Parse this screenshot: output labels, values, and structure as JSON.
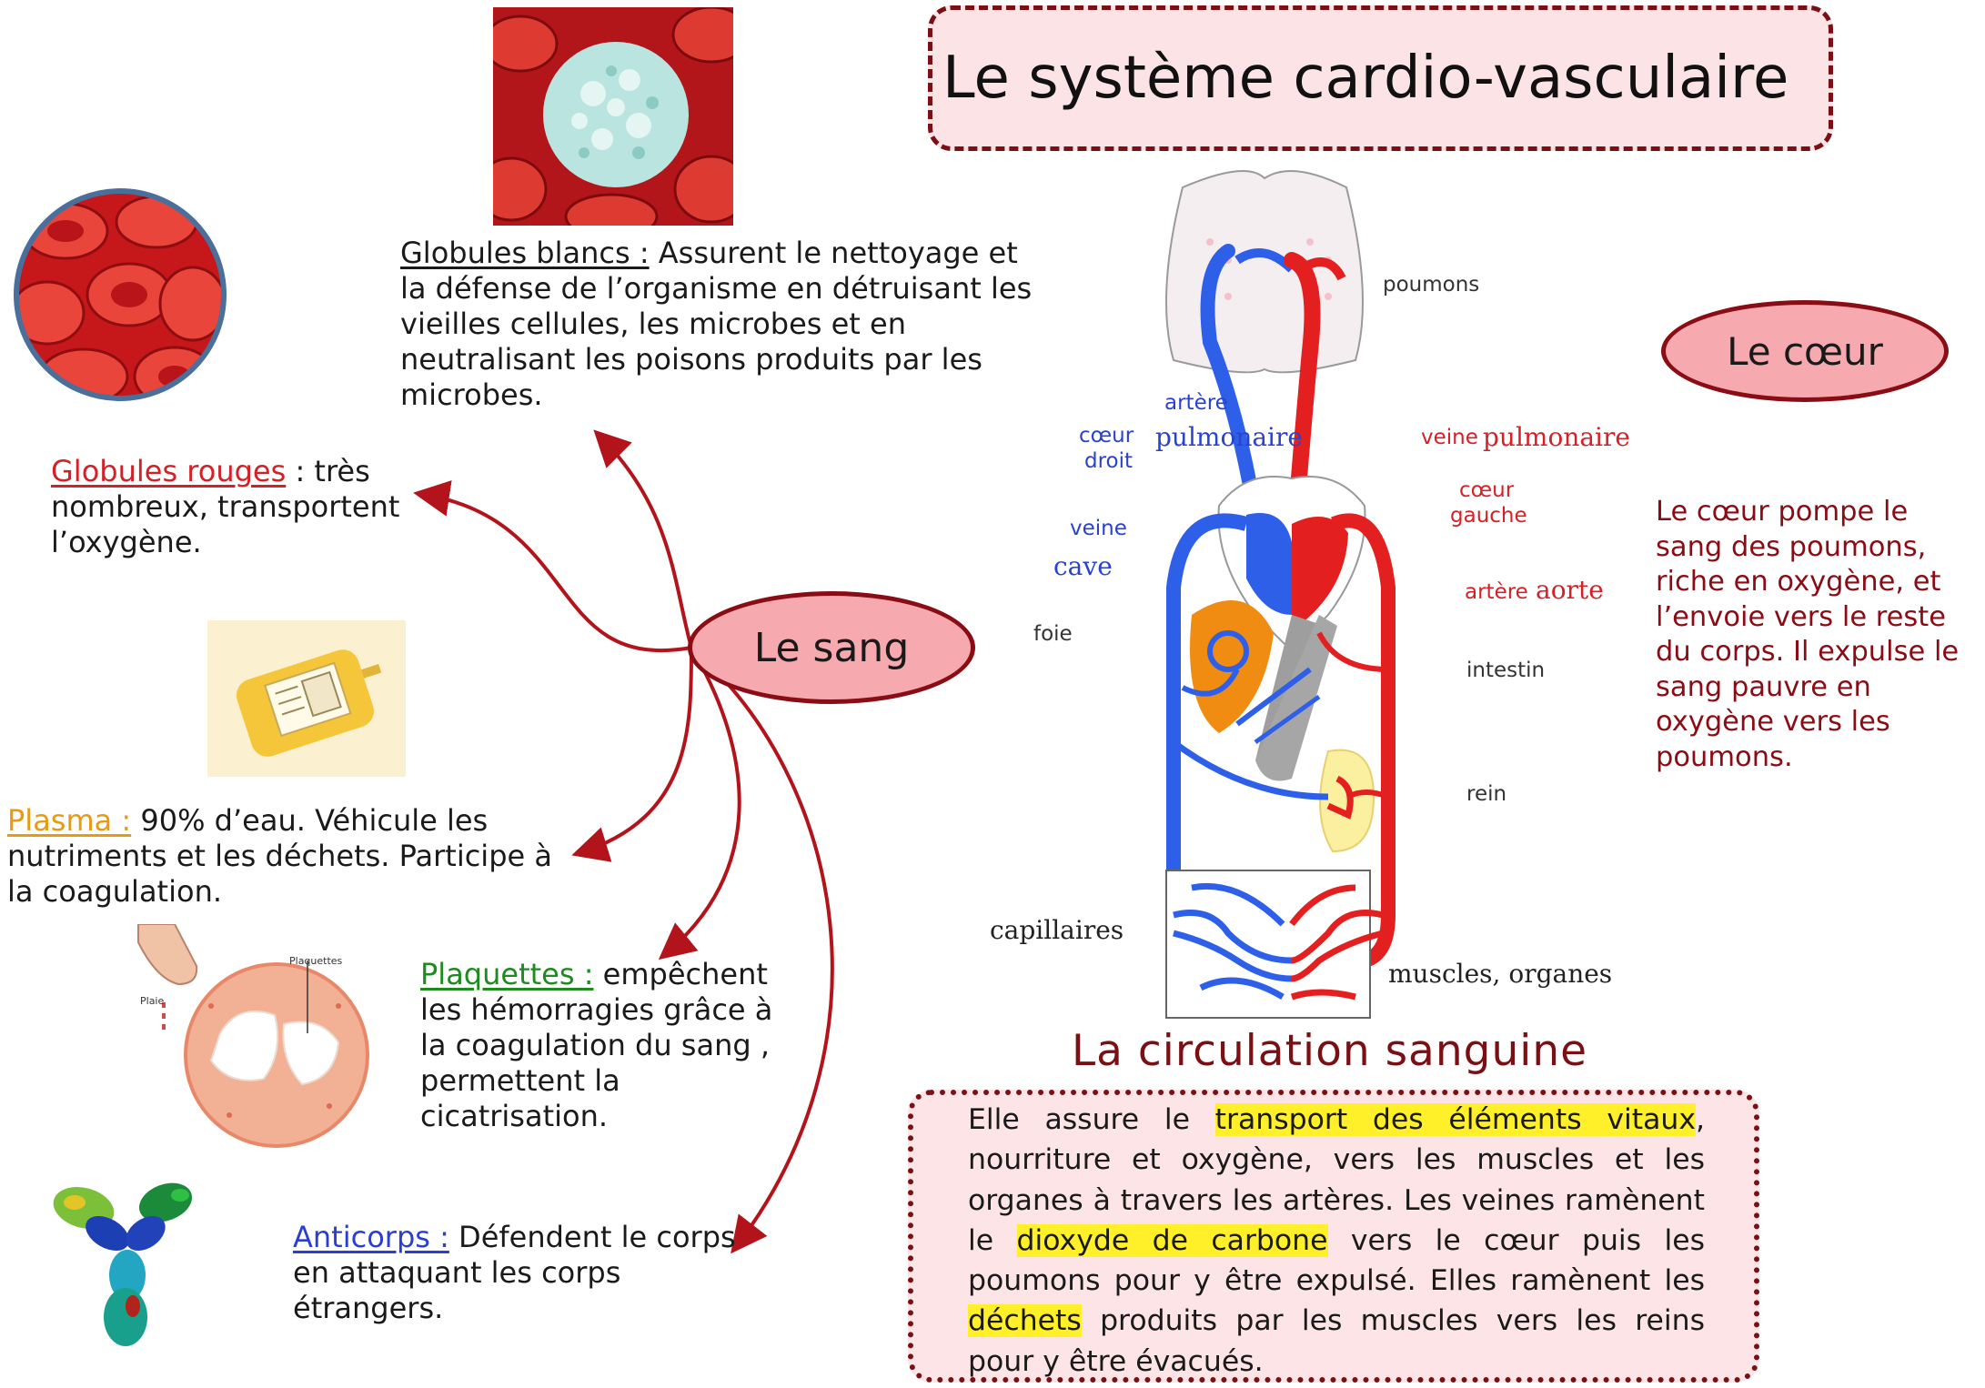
{
  "title": "Le système cardio-vasculaire",
  "center_node": "Le sang",
  "blood_components": {
    "globules_blancs": {
      "label": "Globules blancs :",
      "text": " Assurent le nettoyage et la défense de l’organisme en détruisant les vieilles cellules, les microbes et en neutralisant les poisons produits par les microbes."
    },
    "globules_rouges": {
      "label": "Globules rouges",
      "text": " : très nombreux, transportent l’oxygène."
    },
    "plasma": {
      "label": "Plasma :",
      "text": " 90% d’eau. Véhicule les nutriments et les déchets. Participe à la coagulation."
    },
    "plaquettes": {
      "label": "Plaquettes :",
      "text": " empêchent les hémorragies grâce à la coagulation du sang , permettent la cicatrisation."
    },
    "anticorps": {
      "label": "Anticorps :",
      "text": " Défendent le corps en attaquant les corps étrangers."
    }
  },
  "heart": {
    "title": "Le cœur",
    "text": "Le cœur pompe le sang des poumons, riche en oxygène, et l’envoie vers le reste du corps. Il expulse le sang pauvre en oxygène vers les poumons."
  },
  "diagram_labels": {
    "poumons": "poumons",
    "artere": "artère",
    "pulmonaire_left": "pulmonaire",
    "coeur_droit_1": "cœur",
    "coeur_droit_2": "droit",
    "veine_left": "veine",
    "cave": "cave",
    "foie": "foie",
    "veine_right": "veine",
    "pulmonaire_right": "pulmonaire",
    "coeur_gauche_1": "cœur",
    "coeur_gauche_2": "gauche",
    "artere_right": "artère",
    "aorte": "aorte",
    "intestin": "intestin",
    "rein": "rein",
    "capillaires": "capillaires",
    "muscles": "muscles, organes",
    "plaquettes_photo_label": "Plaquettes",
    "plaie_photo_label": "Plaie"
  },
  "circulation": {
    "title": "La  circulation sanguine",
    "p1": "Elle assure le ",
    "h1": "transport des éléments vitaux",
    "p2": ", nourriture et oxygène, vers les muscles et les organes à travers les artères. Les veines ramènent le ",
    "h2": "dioxyde de carbone",
    "p3": " vers le cœur puis les poumons pour y être expulsé.  Elles ramènent les ",
    "h3": "déchets",
    "p4": " produits par les muscles vers les reins pour y être évacués."
  },
  "colors": {
    "dark_red": "#8a0c14",
    "arrow_red": "#b3141b",
    "venous_blue": "#2e5fe8",
    "arterial_red": "#e3201f",
    "highlight": "#fff02a",
    "globules_rouges_label": "#d32128",
    "plasma_label": "#e89a12",
    "plaquettes_label": "#1f8a1f",
    "anticorps_label": "#2a3fd0"
  }
}
